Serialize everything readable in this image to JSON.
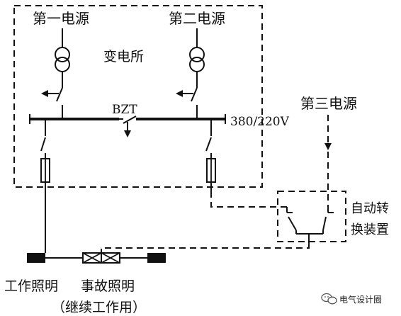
{
  "labels": {
    "source1": "第一电源",
    "source2": "第二电源",
    "substation": "变电所",
    "bzt": "BZT",
    "voltage": "380/220V",
    "source3": "第三电源",
    "ats_line1": "自动转",
    "ats_line2": "换装置",
    "work_lighting": "工作照明",
    "emergency_lighting": "事故照明",
    "continuous_work": "（继续工作用）"
  },
  "watermark": {
    "text": "电气设计圈",
    "icon": "wechat-logo-icon"
  },
  "colors": {
    "line": "#111111",
    "background": "#ffffff"
  }
}
